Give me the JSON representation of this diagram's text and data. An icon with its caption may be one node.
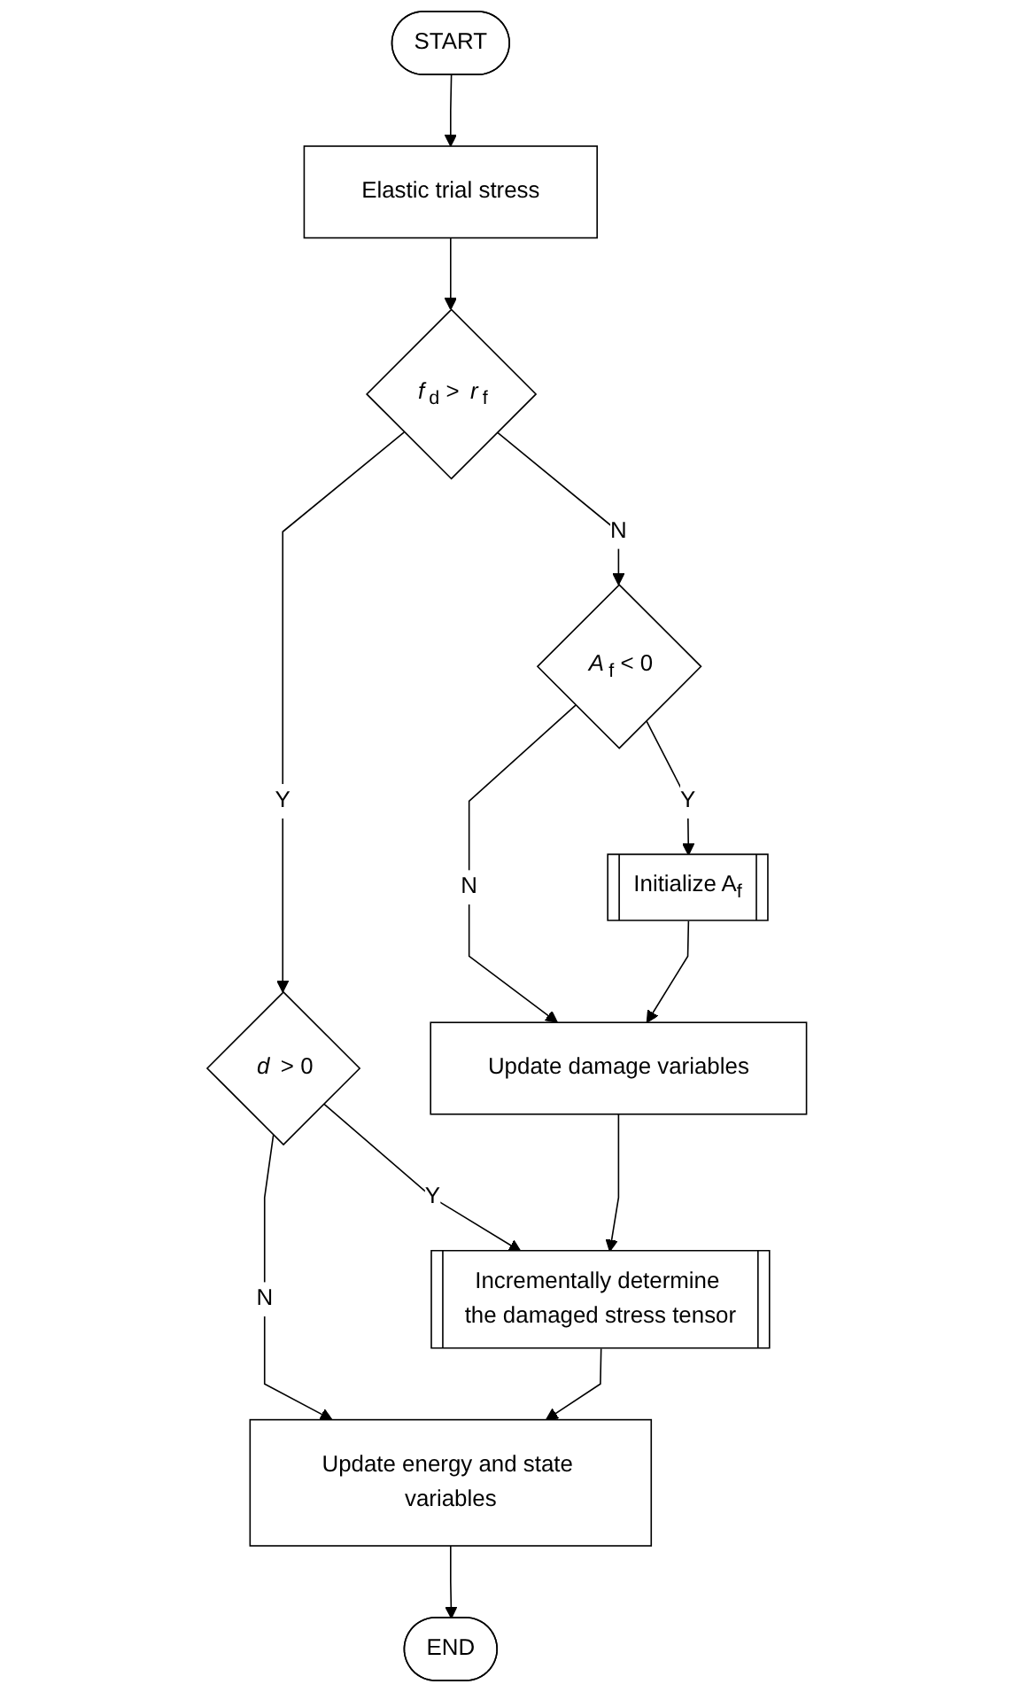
{
  "diagram": {
    "nodes": [
      {
        "text": [
          "START"
        ]
      },
      {
        "text": [
          "Elastic trial stress"
        ]
      },
      {
        "text": [
          "*f*$_{d}$ > *r*$_{f}$"
        ]
      },
      {
        "text": [
          "*d* > 0"
        ]
      },
      {
        "text": [
          "*A*$_{f}$ < 0"
        ]
      },
      {
        "text": [
          "Initialize A$_{f}$"
        ]
      },
      {
        "text": [
          "Update damage variables"
        ]
      },
      {
        "text": [
          "Incrementally determine the damaged stress tensor"
        ]
      },
      {
        "text": [
          "Update energy and state variables"
        ]
      },
      {
        "text": [
          "END"
        ]
      }
    ],
    "edges": [
      {
        "from": 0,
        "to": 1,
        "arrow": "to"
      },
      {
        "from": 1,
        "to": 2,
        "arrow": "to"
      },
      {
        "from": 2,
        "to": 3,
        "arrow": "to",
        "label": "Y"
      },
      {
        "from": 2,
        "to": 4,
        "arrow": "to",
        "label": "N"
      },
      {
        "from": 3,
        "to": 8,
        "arrow": "to",
        "label": "N"
      },
      {
        "from": 3,
        "to": 7,
        "arrow": "to",
        "label": "Y"
      },
      {
        "from": 4,
        "to": 5,
        "arrow": "to",
        "label": "Y"
      },
      {
        "from": 4,
        "to": 6,
        "arrow": "to",
        "label": "N"
      },
      {
        "from": 5,
        "to": 6,
        "arrow": "to"
      },
      {
        "from": 6,
        "to": 7,
        "arrow": "to"
      },
      {
        "from": 7,
        "to": 8,
        "arrow": "to"
      },
      {
        "from": 8,
        "to": 9,
        "arrow": "to"
      }
    ]
  }
}
